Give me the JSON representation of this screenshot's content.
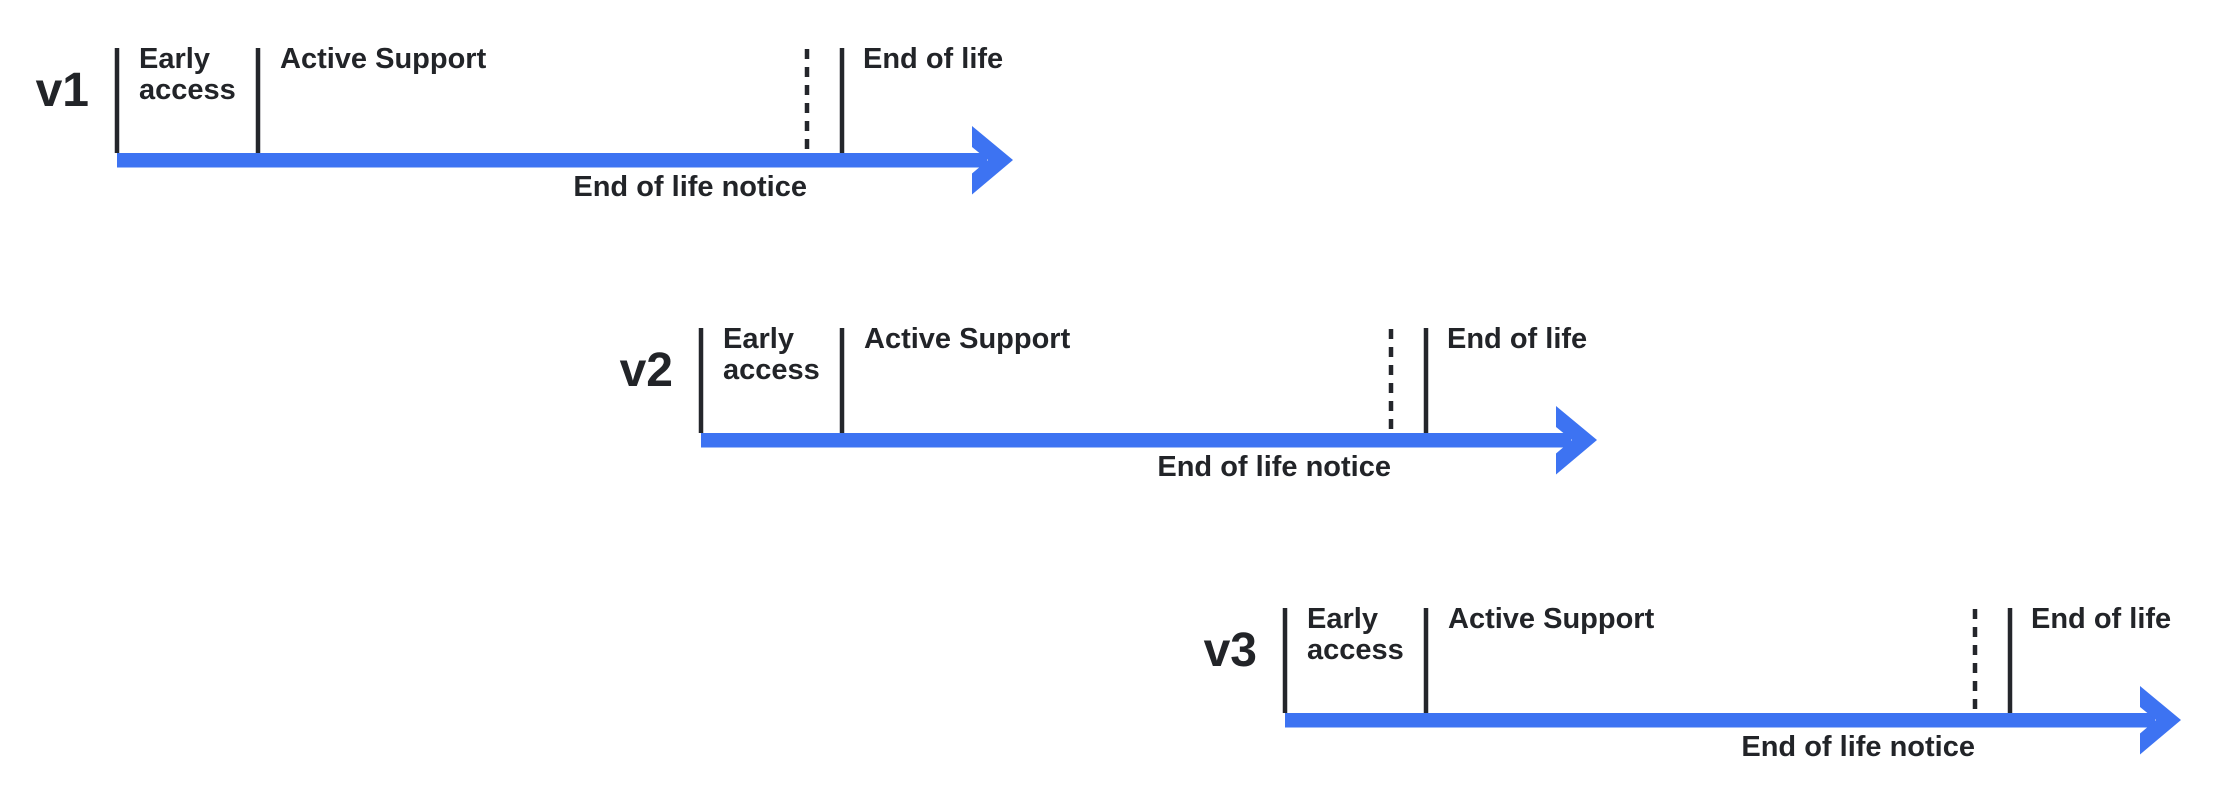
{
  "canvas": {
    "background": "#ffffff"
  },
  "colors": {
    "arrow_blue": "#3D73F2",
    "line_dark": "#24262B"
  },
  "timelines": [
    {
      "version": "v1",
      "phases": {
        "early_access": "Early access",
        "active_support": "Active Support",
        "end_of_life": "End of life",
        "end_of_life_notice": "End of life notice"
      }
    },
    {
      "version": "v2",
      "phases": {
        "early_access": "Early access",
        "active_support": "Active Support",
        "end_of_life": "End of life",
        "end_of_life_notice": "End of life notice"
      }
    },
    {
      "version": "v3",
      "phases": {
        "early_access": "Early access",
        "active_support": "Active Support",
        "end_of_life": "End of life",
        "end_of_life_notice": "End of life notice"
      }
    }
  ]
}
